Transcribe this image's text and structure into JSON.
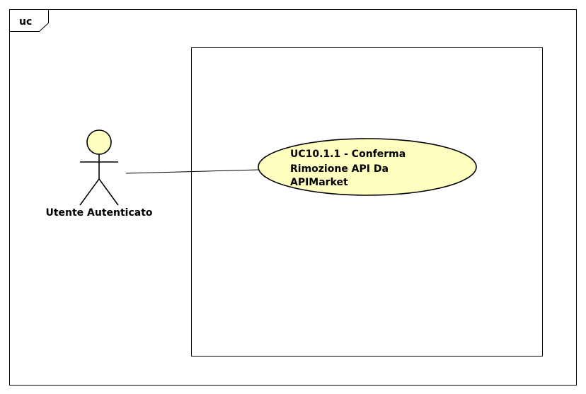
{
  "frame": {
    "label": "uc"
  },
  "system_boundary": {
    "label": ""
  },
  "actor": {
    "name": "Utente Autenticato"
  },
  "use_case": {
    "lines": [
      "UC10.1.1 - Conferma",
      "Rimozione API Da",
      "APIMarket"
    ]
  },
  "colors": {
    "use_case_fill": "#FFFFC0",
    "actor_fill": "#FFFFC0",
    "stroke": "#000000",
    "background": "#FFFFFF"
  }
}
